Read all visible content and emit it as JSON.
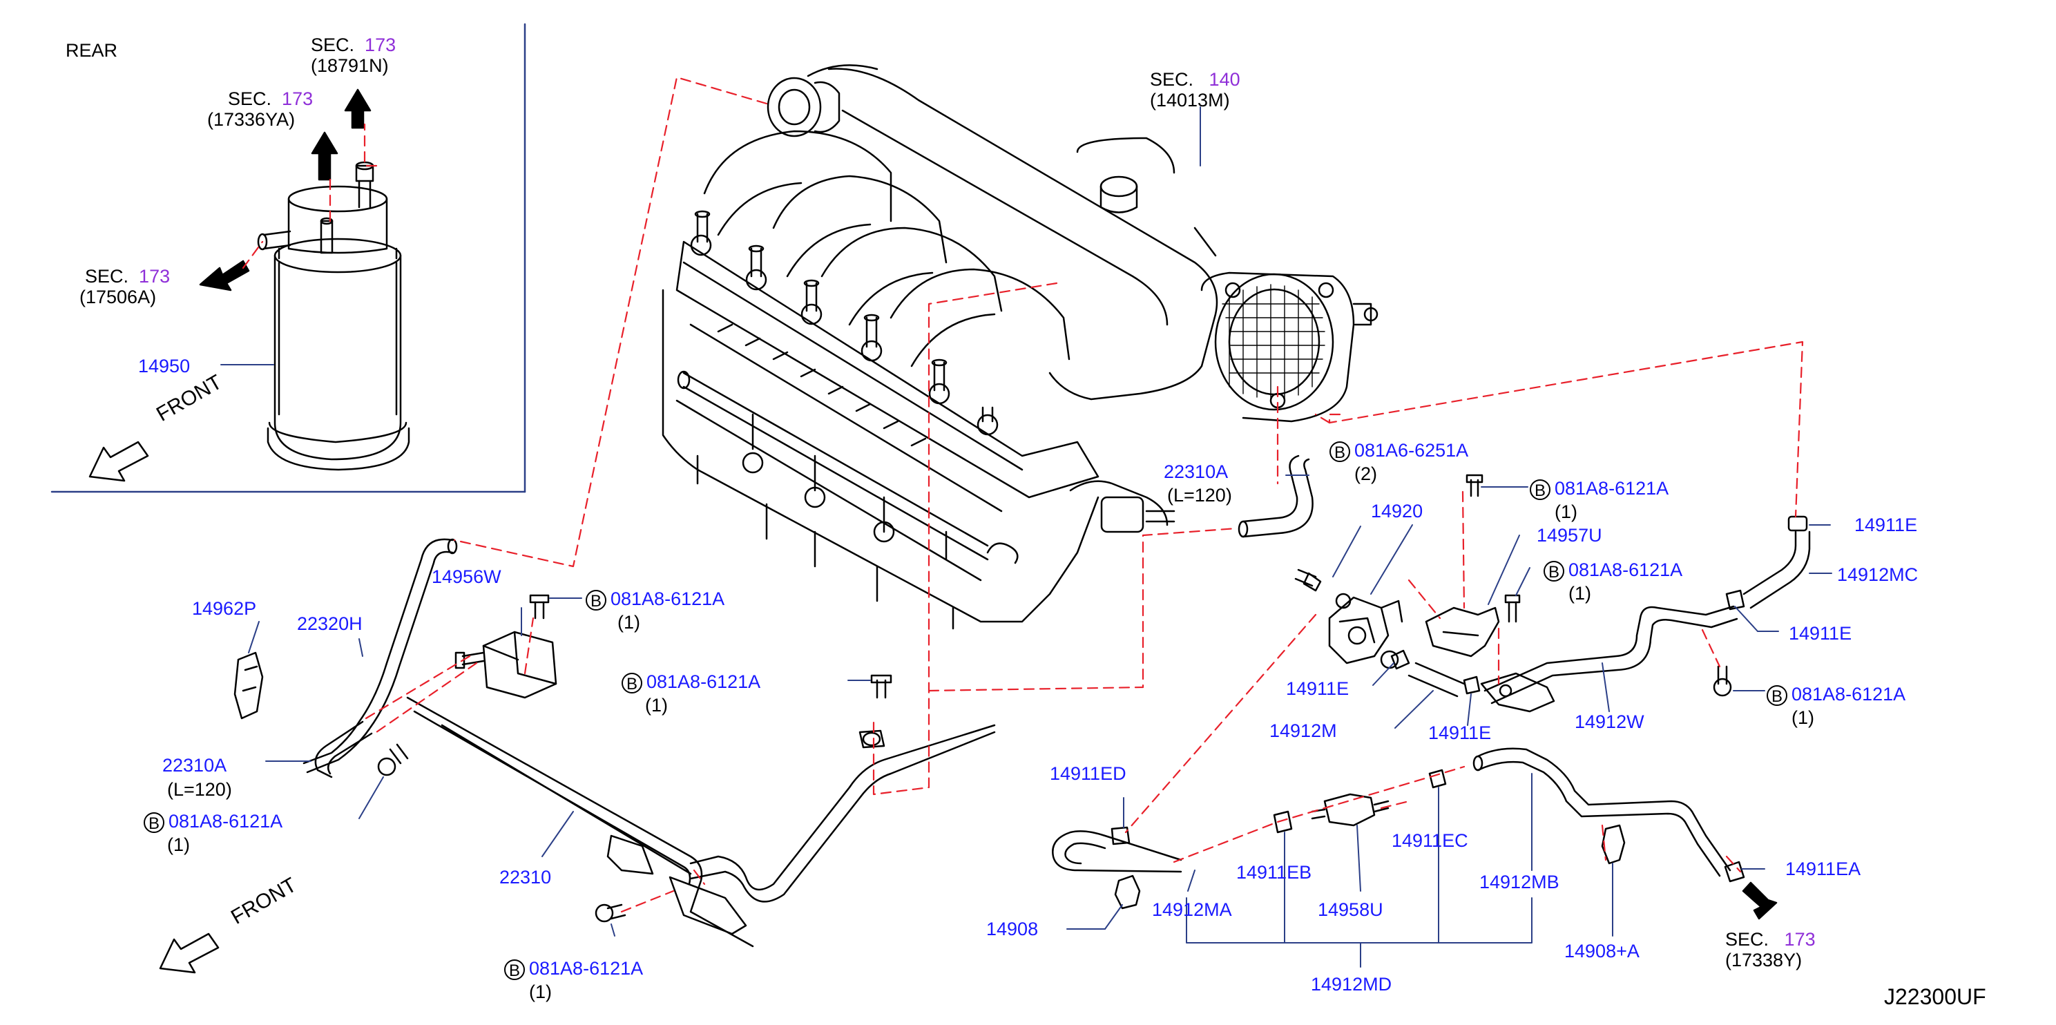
{
  "diagram_code": "J22300UF",
  "inset": {
    "title": "REAR",
    "front_label": "FRONT"
  },
  "main_front_label": "FRONT",
  "sec_refs": [
    {
      "id": "sec-173-18791N",
      "sec": "SEC.",
      "num": "173",
      "code": "(18791N)"
    },
    {
      "id": "sec-173-17336YA",
      "sec": "SEC.",
      "num": "173",
      "code": "(17336YA)"
    },
    {
      "id": "sec-173-17506A",
      "sec": "SEC.",
      "num": "173",
      "code": "(17506A)"
    },
    {
      "id": "sec-140-14013M",
      "sec": "SEC.",
      "num": "140",
      "code": "(14013M)"
    },
    {
      "id": "sec-173-17338Y",
      "sec": "SEC.",
      "num": "173",
      "code": "(17338Y)"
    }
  ],
  "bolt_refs": [
    {
      "id": "bolt-081A6-6251A",
      "badge": "B",
      "part": "081A6-6251A",
      "qty": "(2)"
    },
    {
      "id": "bolt-081A8-6121A-upper-right",
      "badge": "B",
      "part": "081A8-6121A",
      "qty": "(1)"
    },
    {
      "id": "bolt-081A8-6121A-mid-right",
      "badge": "B",
      "part": "081A8-6121A",
      "qty": "(1)"
    },
    {
      "id": "bolt-081A8-6121A-lower-right",
      "badge": "B",
      "part": "081A8-6121A",
      "qty": "(1)"
    },
    {
      "id": "bolt-081A8-6121A-valve",
      "badge": "B",
      "part": "081A8-6121A",
      "qty": "(1)"
    },
    {
      "id": "bolt-081A8-6121A-center",
      "badge": "B",
      "part": "081A8-6121A",
      "qty": "(1)"
    },
    {
      "id": "bolt-081A8-6121A-left",
      "badge": "B",
      "part": "081A8-6121A",
      "qty": "(1)"
    },
    {
      "id": "bolt-081A8-6121A-bottom",
      "badge": "B",
      "part": "081A8-6121A",
      "qty": "(1)"
    }
  ],
  "part_labels": [
    {
      "id": "p14950",
      "text": "14950"
    },
    {
      "id": "p22310A-right",
      "text": "22310A",
      "sub": "(L=120)"
    },
    {
      "id": "p14920",
      "text": "14920"
    },
    {
      "id": "p14957U",
      "text": "14957U"
    },
    {
      "id": "p14911E-top",
      "text": "14911E"
    },
    {
      "id": "p14912MC",
      "text": "14912MC"
    },
    {
      "id": "p14911E-right",
      "text": "14911E"
    },
    {
      "id": "p14911E-left",
      "text": "14911E"
    },
    {
      "id": "p14912M",
      "text": "14912M"
    },
    {
      "id": "p14911E-lower",
      "text": "14911E"
    },
    {
      "id": "p14912W",
      "text": "14912W"
    },
    {
      "id": "p14956W",
      "text": "14956W"
    },
    {
      "id": "p14962P",
      "text": "14962P"
    },
    {
      "id": "p22320H",
      "text": "22320H"
    },
    {
      "id": "p22310A-left",
      "text": "22310A",
      "sub": "(L=120)"
    },
    {
      "id": "p22310",
      "text": "22310"
    },
    {
      "id": "p14911ED",
      "text": "14911ED"
    },
    {
      "id": "p14908",
      "text": "14908"
    },
    {
      "id": "p14912MA",
      "text": "14912MA"
    },
    {
      "id": "p14911EB",
      "text": "14911EB"
    },
    {
      "id": "p14958U",
      "text": "14958U"
    },
    {
      "id": "p14911EC",
      "text": "14911EC"
    },
    {
      "id": "p14912MB",
      "text": "14912MB"
    },
    {
      "id": "p14912MD",
      "text": "14912MD"
    },
    {
      "id": "p14908A",
      "text": "14908+A"
    },
    {
      "id": "p14911EA",
      "text": "14911EA"
    }
  ],
  "colors": {
    "part_label": "#1a1aff",
    "sec_number": "#8f2fd8",
    "leader_dash": "#e8202a",
    "line": "#000000",
    "inset_border": "#2b3f87"
  }
}
